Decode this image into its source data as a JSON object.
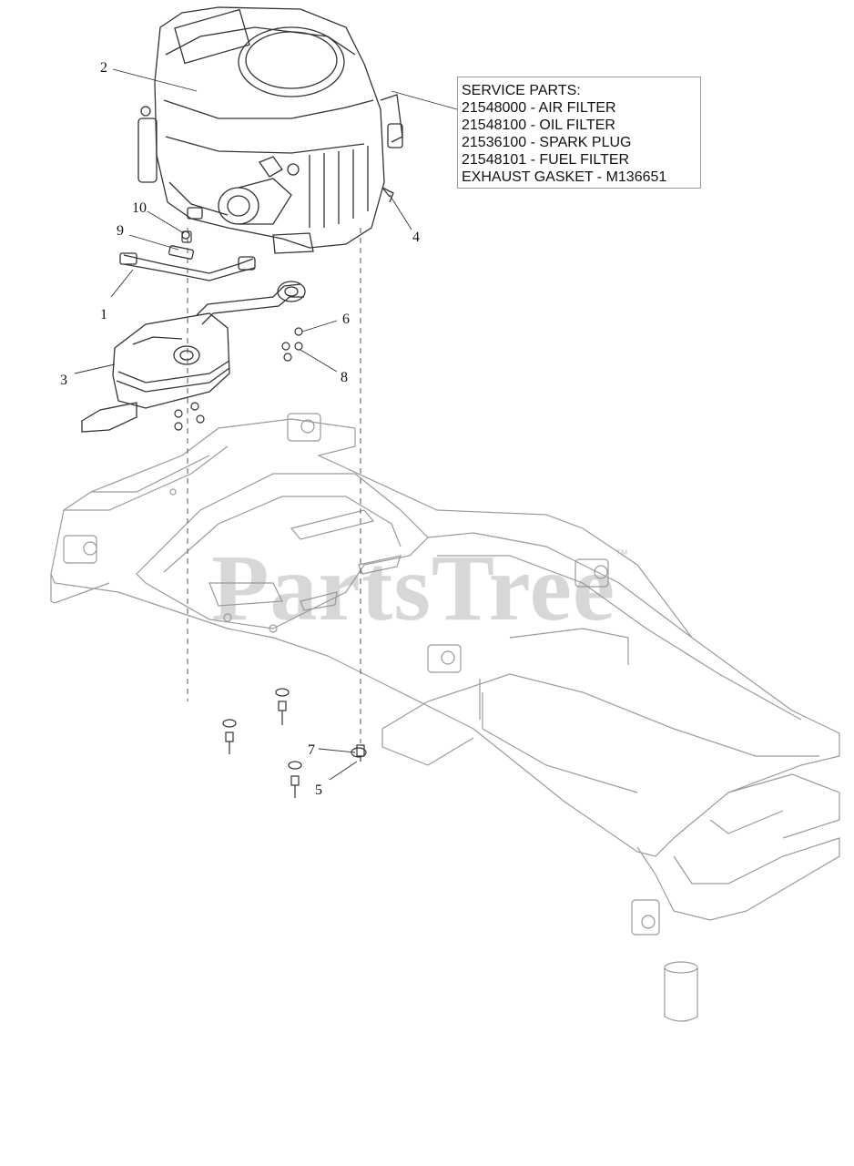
{
  "service_parts": {
    "heading": "SERVICE PARTS:",
    "lines": [
      "21548000 - AIR FILTER",
      "21548100 - OIL FILTER",
      "21536100 - SPARK PLUG",
      "21548101 - FUEL FILTER",
      "EXHAUST GASKET - M136651"
    ]
  },
  "callouts": [
    "1",
    "2",
    "3",
    "4",
    "5",
    "6",
    "7",
    "8",
    "9",
    "10"
  ],
  "watermark": {
    "text": "PartsTree",
    "mark": "™"
  },
  "colors": {
    "line": "#555555",
    "frame": "#9a9a9a",
    "watermark": "#969696"
  }
}
